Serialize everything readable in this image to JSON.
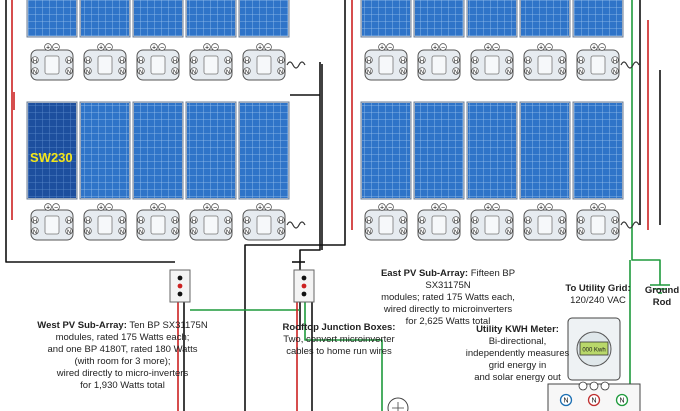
{
  "module_label": "SW230",
  "west": {
    "title": "West PV Sub-Array:",
    "lines": [
      "Ten BP SX31175N",
      "modules, rated 175 Watts each;",
      "and one BP 4180T, rated 180 Watts",
      "(with room for 3 more);",
      "wired directly to micro-inverters",
      "for 1,930 Watts total"
    ]
  },
  "east": {
    "title": "East PV Sub-Array:",
    "lines": [
      "Fifteen BP SX31175N",
      "modules; rated 175 Watts each,",
      "wired directly to microinverters",
      "for 2,625 Watts total"
    ]
  },
  "junction": {
    "title": "Rooftop Junction Boxes:",
    "lines": [
      "Two, convert microinverter",
      "cables to home run wires"
    ]
  },
  "grid": {
    "title": "To Utility Grid:",
    "value": "120/240 VAC"
  },
  "ground": {
    "line1": "Ground",
    "line2": "Rod"
  },
  "meter": {
    "title": "Utility KWH Meter:",
    "lines": [
      "Bi-directional,",
      "independently measures",
      "grid energy in",
      "and solar energy out"
    ],
    "display": "000 Kwh",
    "terminals": [
      "N",
      "N",
      "N"
    ]
  },
  "inverter_symbols": {
    "plus": "+",
    "minus": "−",
    "dc_left": "H",
    "dc_right": "N"
  },
  "colors": {
    "panel_blue": "#2f74c8",
    "panel_dark": "#1d4f9e",
    "wire_red": "#cc2222",
    "wire_green": "#1e9a3c",
    "wire_black": "#111111",
    "label_yellow": "#f3e61a"
  }
}
